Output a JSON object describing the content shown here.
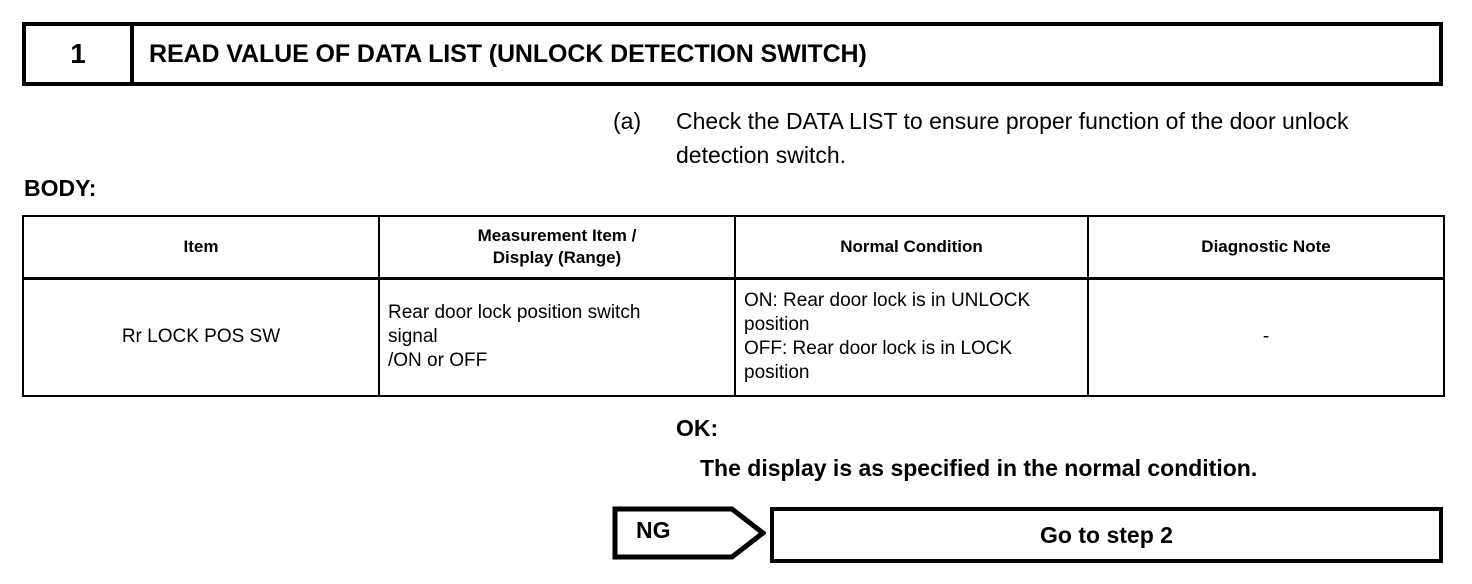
{
  "step": {
    "number": "1",
    "title": "READ VALUE OF DATA LIST (UNLOCK DETECTION SWITCH)"
  },
  "instruction": {
    "marker": "(a)",
    "text": "Check the DATA LIST to ensure proper function of the door unlock detection switch."
  },
  "section": {
    "label": "BODY:"
  },
  "table": {
    "headers": [
      "Item",
      "Measurement Item /\nDisplay (Range)",
      "Normal Condition",
      "Diagnostic Note"
    ],
    "headers_flat": {
      "item": "Item",
      "measurement_line1": "Measurement Item /",
      "measurement_line2": "Display (Range)",
      "normal_condition": "Normal Condition",
      "diagnostic_note": "Diagnostic Note"
    },
    "rows": [
      {
        "item": "Rr LOCK POS SW",
        "measurement_line1": "Rear door lock position switch",
        "measurement_line2": "signal",
        "measurement_line3": "/ON or OFF",
        "normal_line1": "ON: Rear door lock is in UNLOCK",
        "normal_line2": "position",
        "normal_line3": "OFF: Rear door lock is in LOCK",
        "normal_line4": "position",
        "diagnostic_note": "-"
      }
    ]
  },
  "result_ok": {
    "label": "OK:",
    "text": "The display is as specified in the normal condition."
  },
  "result_ng": {
    "label": "NG",
    "action": "Go to step 2"
  },
  "colors": {
    "ink": "#000000",
    "paper": "#ffffff"
  }
}
